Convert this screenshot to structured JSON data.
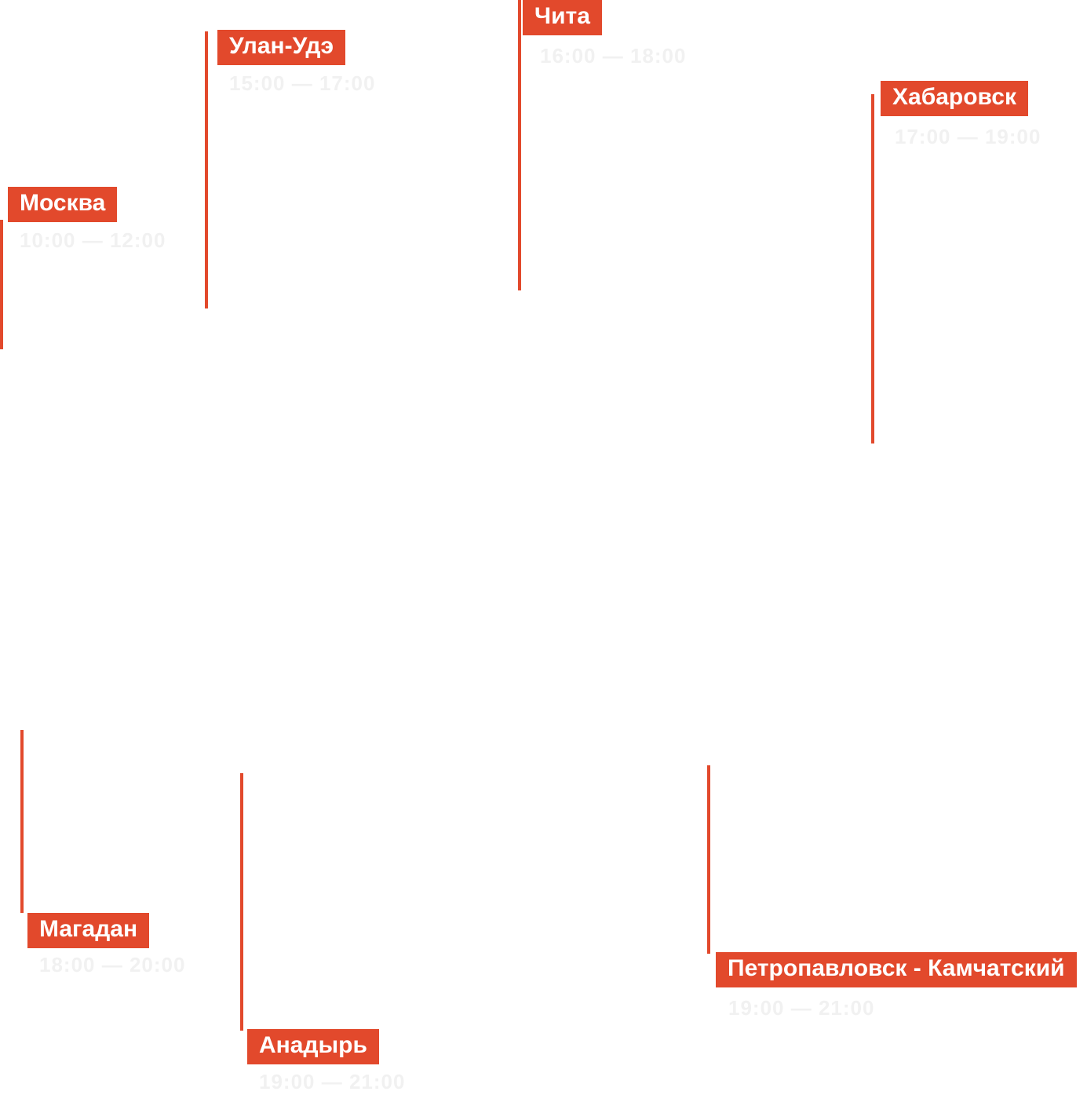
{
  "page": {
    "background_color": "#ffffff",
    "accent_color": "#e2492c",
    "label_text_color": "#ffffff",
    "time_text_color": "#f1f1f1"
  },
  "cities": [
    {
      "id": "moscow",
      "name": "Москва",
      "time": "10:00 — 12:00"
    },
    {
      "id": "ulan-ude",
      "name": "Улан-Удэ",
      "time": "15:00 — 17:00"
    },
    {
      "id": "chita",
      "name": "Чита",
      "time": "16:00 — 18:00"
    },
    {
      "id": "khabarovsk",
      "name": "Хабаровск",
      "time": "17:00 — 19:00"
    },
    {
      "id": "magadan",
      "name": "Магадан",
      "time": "18:00 — 20:00"
    },
    {
      "id": "petropavlovsk-kamchatsky",
      "name": "Петропавловск - Камчатский",
      "time": "19:00 — 21:00"
    },
    {
      "id": "anadyr",
      "name": "Анадырь",
      "time": "19:00 — 21:00"
    }
  ]
}
